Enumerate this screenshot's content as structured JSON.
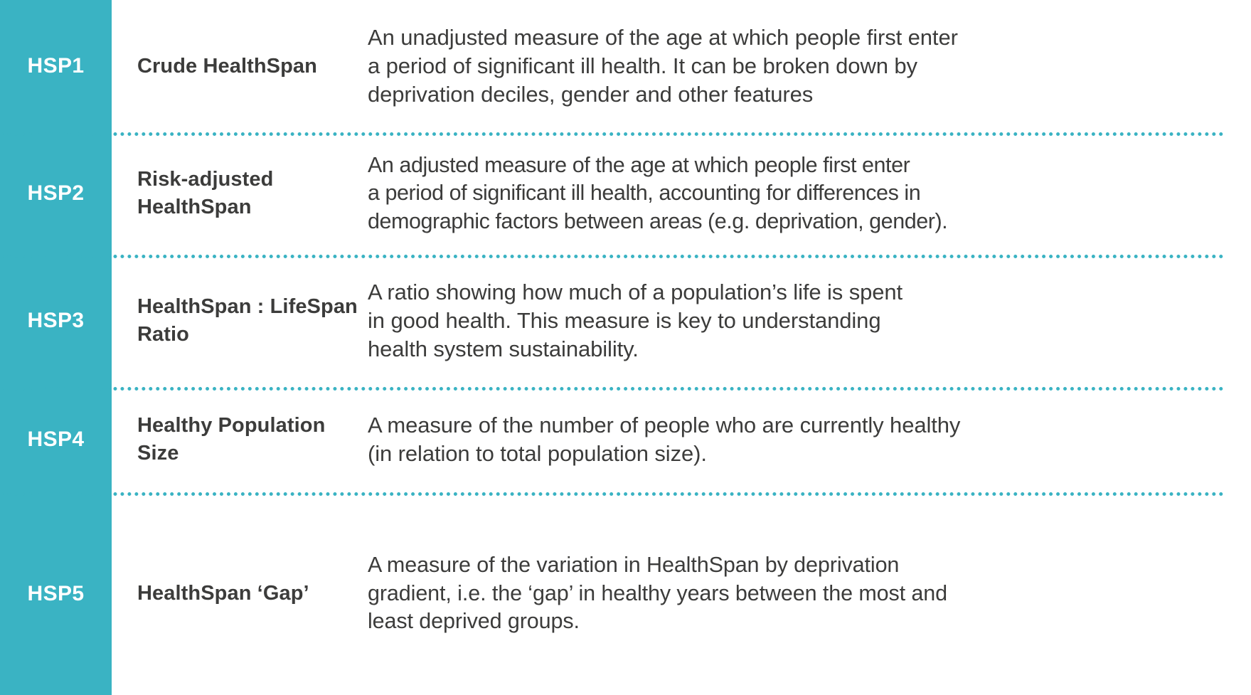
{
  "document": {
    "title": "HealthSpan Measures Table",
    "accent_color": "#3AB3C3",
    "text_color": "#3C3C3B",
    "background_color": "#FFFFFF",
    "divider_style": "dotted",
    "divider_color": "#3AB3C3"
  },
  "table": {
    "columns": [
      "code",
      "name",
      "description"
    ],
    "rows": [
      {
        "code": "HSP1",
        "name": "Crude HealthSpan",
        "description": "An unadjusted measure of the age at which people first enter\na period of significant ill health. It can be broken down by\ndeprivation deciles, gender and other features"
      },
      {
        "code": "HSP2",
        "name": "Risk-adjusted\nHealthSpan",
        "description": "An adjusted measure of the age at which people first enter\na period of significant ill health, accounting for differences in\ndemographic factors between areas (e.g. deprivation, gender)."
      },
      {
        "code": "HSP3",
        "name": "HealthSpan :\nLifeSpan Ratio",
        "description": "A ratio showing how much of a population’s life is spent\nin good health. This measure is key to understanding\nhealth system sustainability."
      },
      {
        "code": "HSP4",
        "name": "Healthy Population\nSize",
        "description": "A measure of the number of people who are currently healthy\n(in relation to total population size)."
      },
      {
        "code": "HSP5",
        "name": "HealthSpan ‘Gap’",
        "description": "A measure of the variation in HealthSpan by deprivation\ngradient, i.e. the ‘gap’ in healthy years between the most and\nleast deprived groups."
      }
    ]
  }
}
